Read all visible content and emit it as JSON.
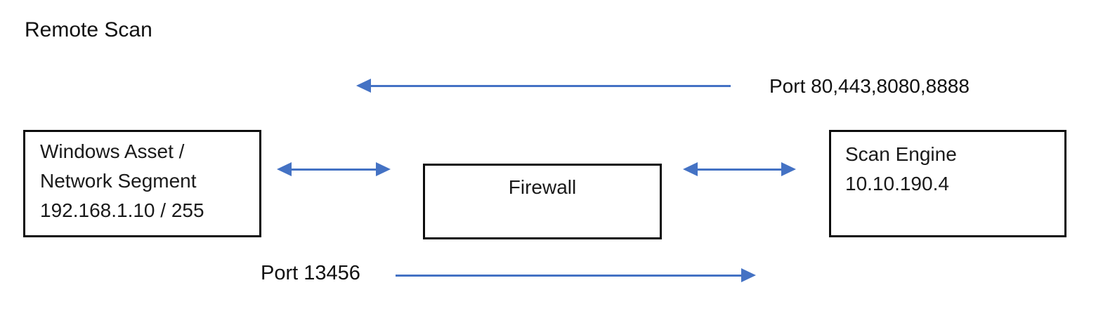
{
  "title": "Remote Scan",
  "colors": {
    "arrow_blue": "#4472C4",
    "box_border": "#0d0d0d",
    "text": "#111111",
    "background": "#ffffff"
  },
  "nodes": {
    "asset": {
      "lines": [
        "Windows Asset /",
        "Network Segment",
        "192.168.1.10 / 255"
      ]
    },
    "firewall": {
      "label": "Firewall"
    },
    "scan_engine": {
      "lines": [
        "Scan Engine",
        "10.10.190.4"
      ]
    }
  },
  "flows": {
    "inbound": {
      "label": "Port 80,443,8080,8888",
      "direction": "left",
      "icon": "arrow-left-icon"
    },
    "outbound": {
      "label": "Port 13456",
      "direction": "right",
      "icon": "arrow-right-icon"
    },
    "link_asset_firewall": {
      "direction": "both",
      "icon": "arrow-both-icon"
    },
    "link_firewall_scan_engine": {
      "direction": "both",
      "icon": "arrow-both-icon"
    }
  }
}
